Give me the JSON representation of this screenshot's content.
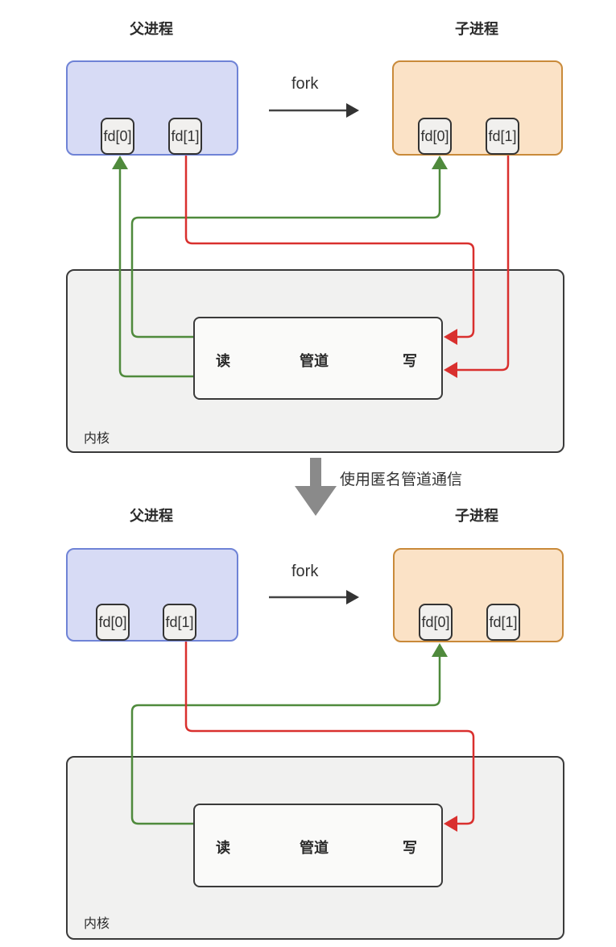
{
  "diagrams": [
    {
      "parent_title": "父进程",
      "child_title": "子进程",
      "fork_label": "fork",
      "parent_fds": [
        "fd[0]",
        "fd[1]"
      ],
      "child_fds": [
        "fd[0]",
        "fd[1]"
      ],
      "pipe": {
        "read_label": "读",
        "name_label": "管道",
        "write_label": "写"
      },
      "kernel_label": "内核"
    },
    {
      "parent_title": "父进程",
      "child_title": "子进程",
      "fork_label": "fork",
      "parent_fds": [
        "fd[0]",
        "fd[1]"
      ],
      "child_fds": [
        "fd[0]",
        "fd[1]"
      ],
      "pipe": {
        "read_label": "读",
        "name_label": "管道",
        "write_label": "写"
      },
      "kernel_label": "内核"
    }
  ],
  "transition_caption": "使用匿名管道通信",
  "colors": {
    "parent_fill": "#d7dbf5",
    "parent_border": "#6f83d6",
    "child_fill": "#fbe2c6",
    "child_border": "#c98a3a",
    "read_line": "#4f8a3c",
    "write_line": "#d9302e",
    "transition_arrow": "#8a8a8a"
  }
}
